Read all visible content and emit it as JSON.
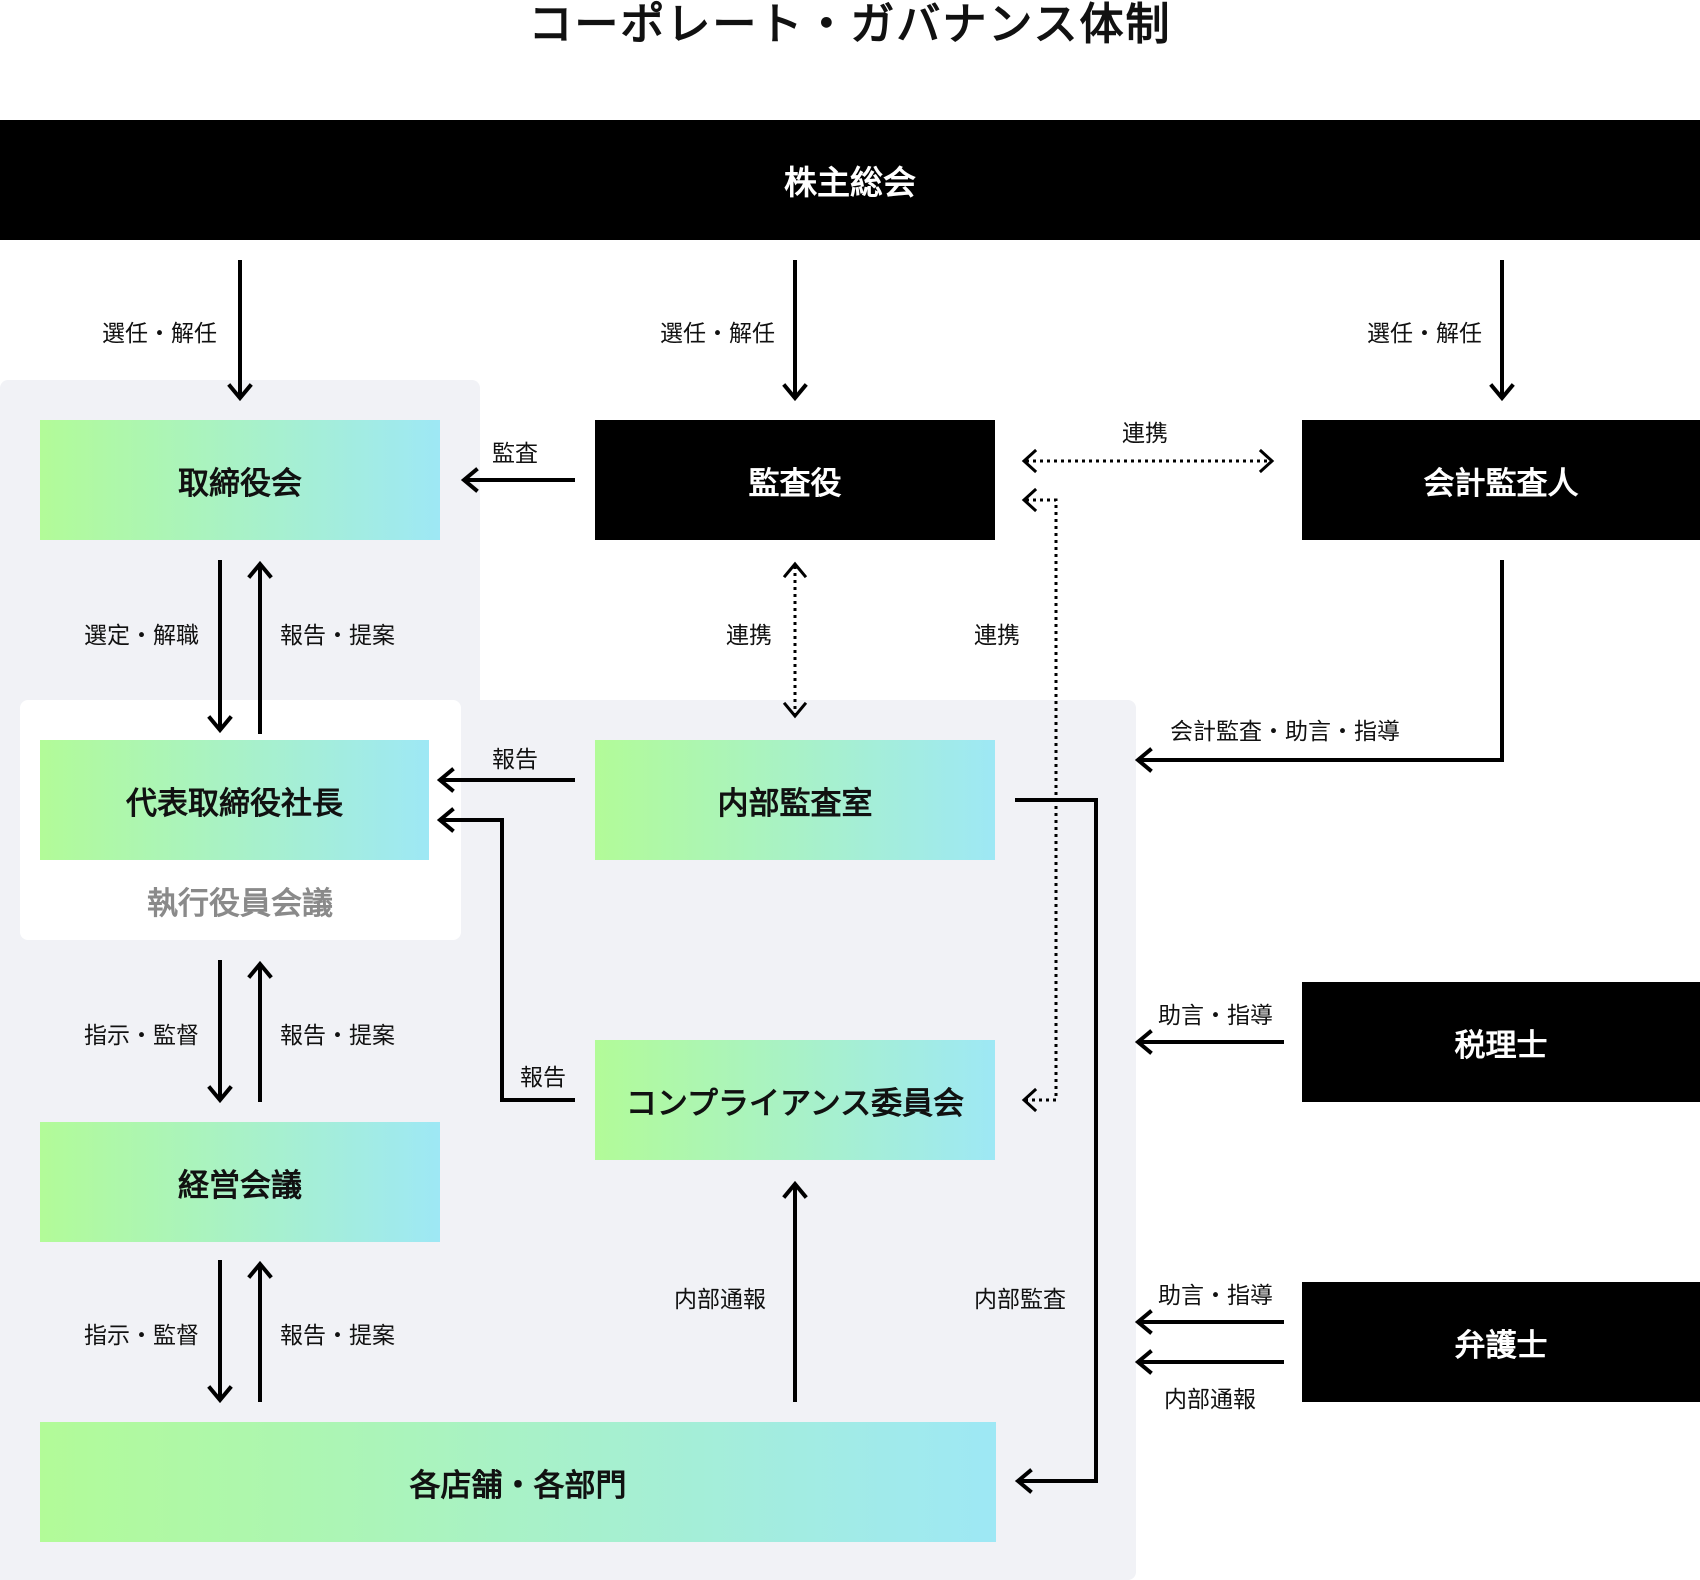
{
  "title": "コーポレート・ガバナンス体制",
  "nodes": {
    "shareholders": "株主総会",
    "board": "取締役会",
    "auditor": "監査役",
    "accounting_auditor": "会計監査人",
    "president": "代表取締役社長",
    "exec_meeting": "執行役員会議",
    "internal_audit": "内部監査室",
    "compliance": "コンプライアンス委員会",
    "management": "経営会議",
    "stores": "各店舗・各部門",
    "tax_accountant": "税理士",
    "lawyer": "弁護士"
  },
  "labels": {
    "elect1": "選任・解任",
    "elect2": "選任・解任",
    "elect3": "選任・解任",
    "audit": "監査",
    "coop_top": "連携",
    "coop_mid": "連携",
    "coop_right": "連携",
    "select": "選定・解職",
    "report_propose1": "報告・提案",
    "report1": "報告",
    "report2": "報告",
    "acct_advice": "会計監査・助言・指導",
    "instruct1": "指示・監督",
    "report_propose2": "報告・提案",
    "advice1": "助言・指導",
    "instruct2": "指示・監督",
    "report_propose3": "報告・提案",
    "whistle1": "内部通報",
    "internal_audit_lbl": "内部監査",
    "advice2": "助言・指導",
    "whistle2": "内部通報"
  },
  "colors": {
    "black": "#000000",
    "region": "#f1f2f6",
    "gradient_start": "#b2fb98",
    "gradient_end": "#9ee8f5",
    "muted_text": "#8a8a8a"
  }
}
